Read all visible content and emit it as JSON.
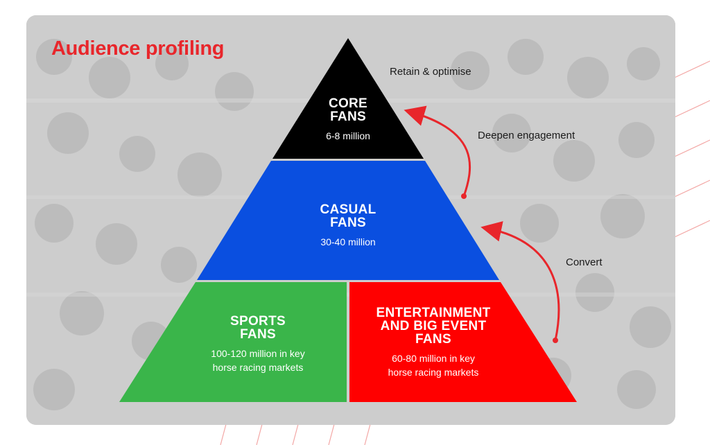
{
  "title": "Audience profiling",
  "colors": {
    "accent": "#e8262b",
    "core": "#000000",
    "casual": "#0a4fe0",
    "sports": "#3ab54a",
    "entertainment": "#ff0000"
  },
  "tiers": {
    "core": {
      "name": "CORE\nFANS",
      "count": "6-8 million"
    },
    "casual": {
      "name": "CASUAL\nFANS",
      "count": "30-40 million"
    },
    "sports": {
      "name": "SPORTS\nFANS",
      "count": "100-120 million in key\nhorse racing markets"
    },
    "entertainment": {
      "name": "ENTERTAINMENT\nAND BIG EVENT\nFANS",
      "count": "60-80 million in key\nhorse racing markets"
    }
  },
  "actions": {
    "retain": "Retain & optimise",
    "deepen": "Deepen engagement",
    "convert": "Convert"
  }
}
